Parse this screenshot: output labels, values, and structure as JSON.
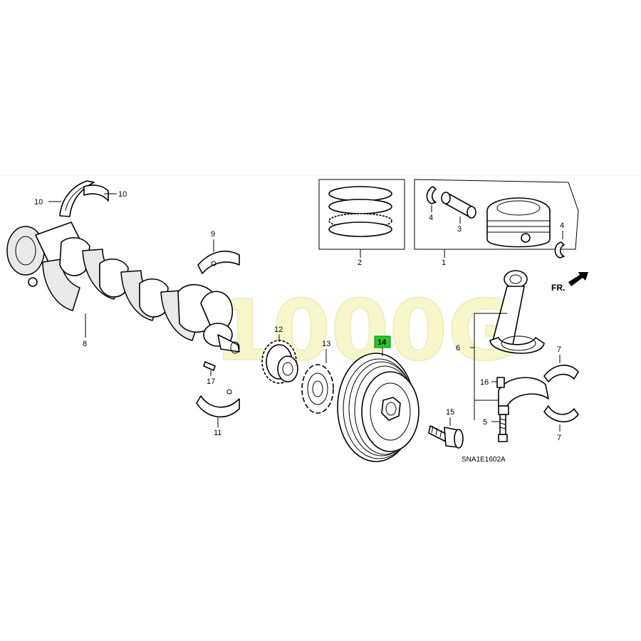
{
  "diagram": {
    "watermark": "1000G",
    "diagram_code": "SNA1E1602A",
    "front_indicator": "FR.",
    "highlighted_callout": "14",
    "callouts": {
      "c1": "1",
      "c2": "2",
      "c3": "3",
      "c4a": "4",
      "c4b": "4",
      "c5": "5",
      "c6": "6",
      "c7a": "7",
      "c7b": "7",
      "c8": "8",
      "c9": "9",
      "c10a": "10",
      "c10b": "10",
      "c11": "11",
      "c12": "12",
      "c13": "13",
      "c14": "14",
      "c15": "15",
      "c16": "16",
      "c17": "17"
    }
  }
}
